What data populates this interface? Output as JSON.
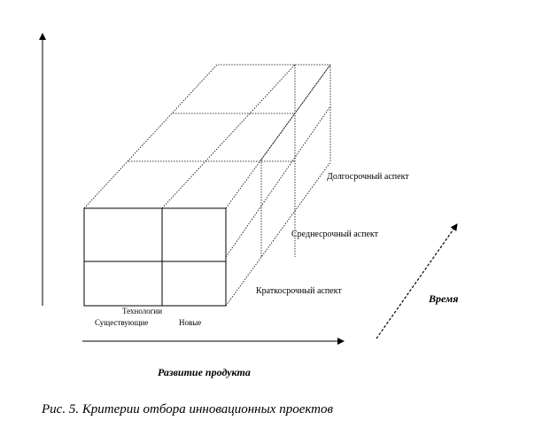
{
  "diagram": {
    "aspects": {
      "long_term": "Долгосрочный аспект",
      "medium_term": "Среднесрочный аспект",
      "short_term": "Краткосрочный аспект"
    },
    "technology": {
      "title": "Технологии",
      "existing": "Существующие",
      "new": "Новые"
    },
    "axes": {
      "time": "Время",
      "product_development": "Развитие продукта"
    }
  },
  "caption": "Рис. 5. Критерии отбора инновационных проектов"
}
